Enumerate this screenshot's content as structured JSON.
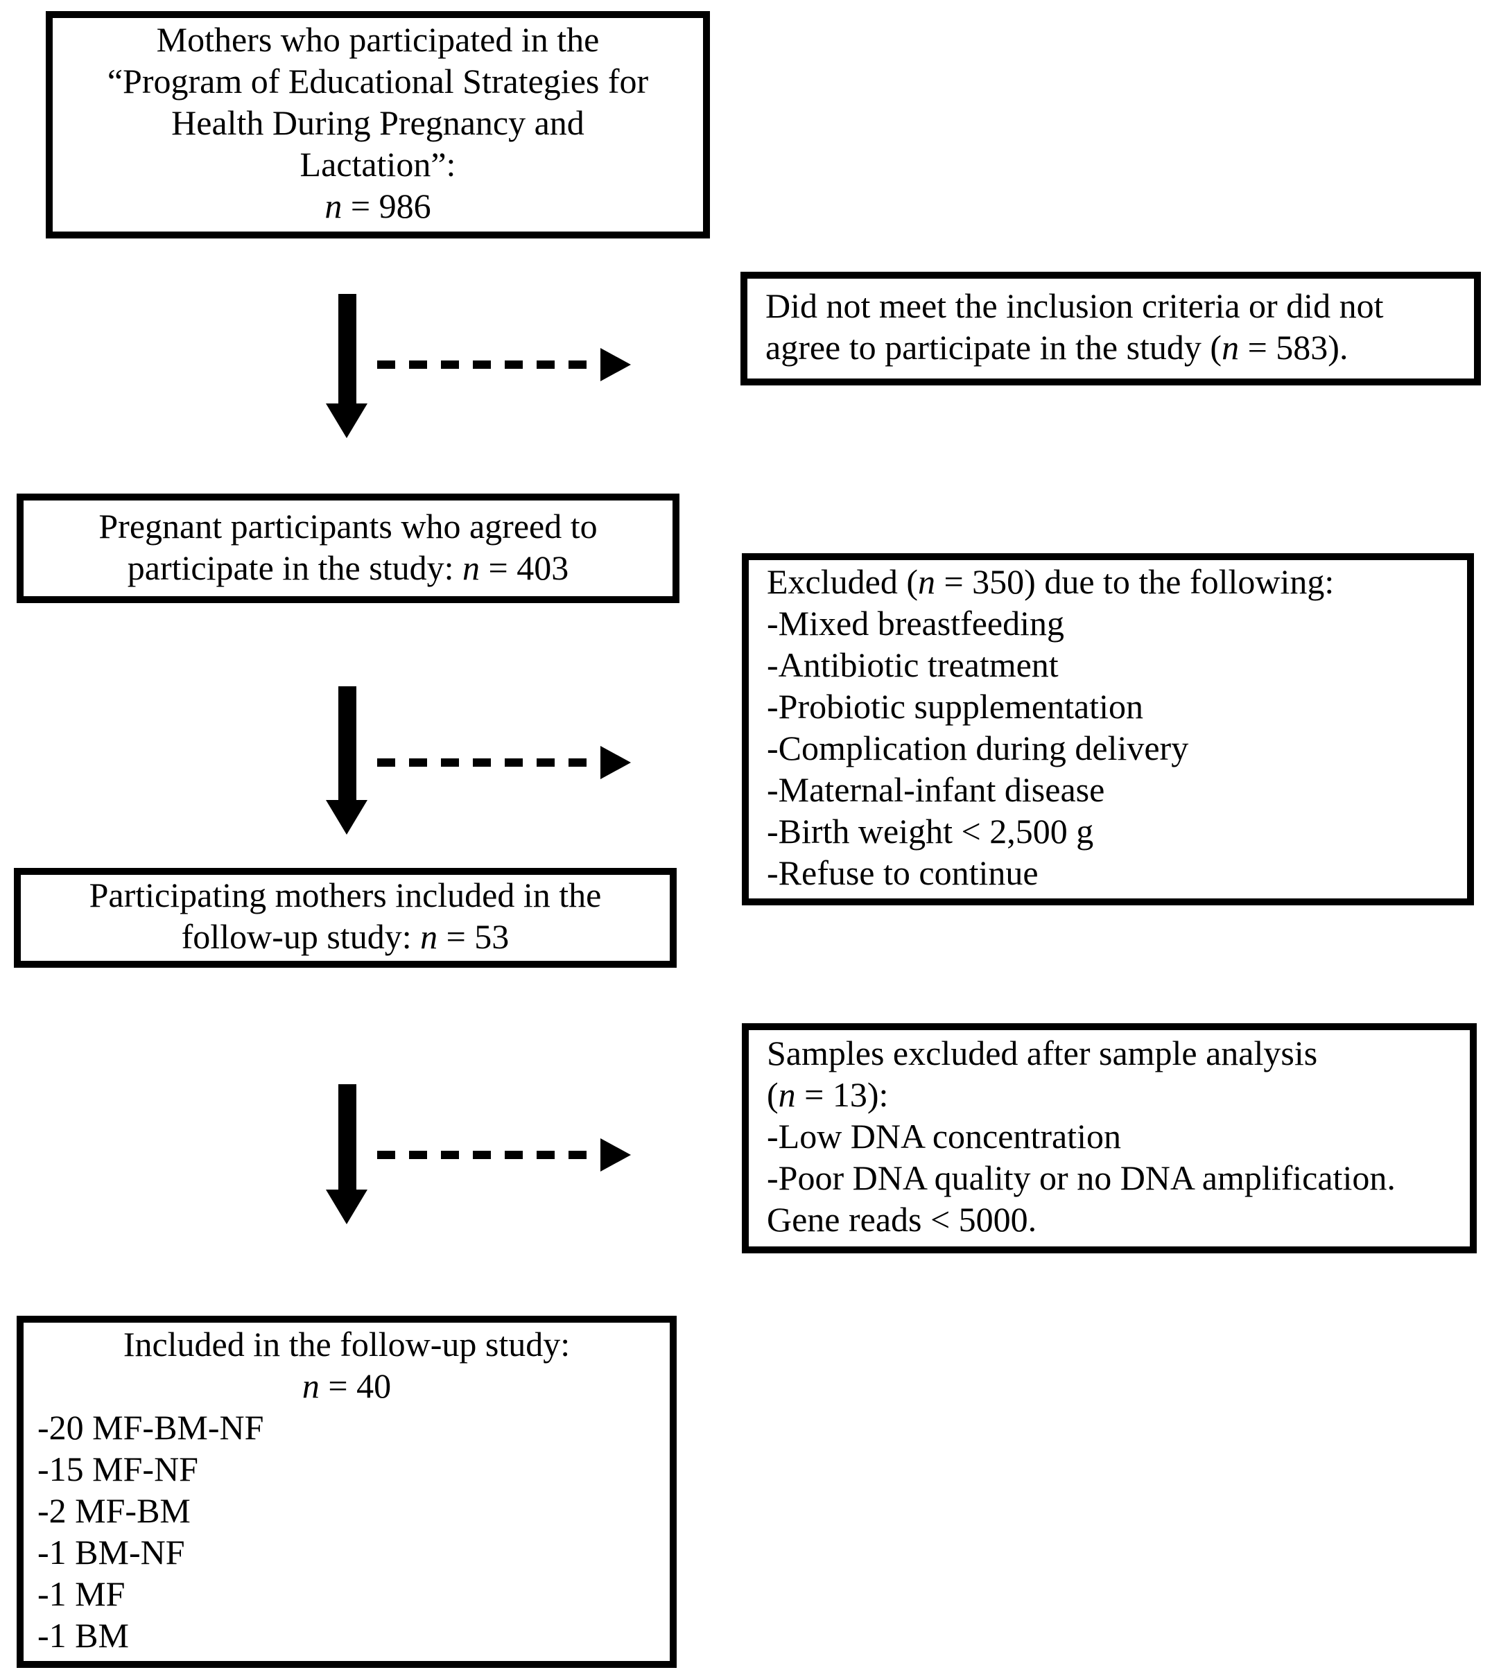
{
  "page": {
    "background_color": "#ffffff",
    "text_color": "#000000",
    "border_color": "#000000",
    "arrow_color": "#000000"
  },
  "flowchart": {
    "boxes": {
      "box_program": {
        "lines": [
          "Mothers who participated in the",
          "“Program of Educational Strategies for",
          "Health During Pregnancy and",
          "Lactation”:",
          "n = 986"
        ]
      },
      "box_not_meet": {
        "lines": [
          "Did not meet the inclusion criteria or did not",
          "agree to participate in the study (n = 583)."
        ]
      },
      "box_agreed": {
        "lines": [
          "Pregnant participants who agreed to",
          "participate in the study: n = 403"
        ]
      },
      "box_excluded": {
        "lines": [
          "Excluded (n = 350) due to the following:",
          "-Mixed breastfeeding",
          "-Antibiotic treatment",
          "-Probiotic supplementation",
          "-Complication during delivery",
          "-Maternal-infant disease",
          "-Birth weight < 2,500 g",
          "-Refuse to continue"
        ]
      },
      "box_followup_53": {
        "lines": [
          "Participating mothers included in the",
          "follow-up study: n = 53"
        ]
      },
      "box_samples_excluded": {
        "lines": [
          "Samples excluded after sample analysis",
          "(n = 13):",
          "-Low DNA concentration",
          "-Poor DNA quality or no DNA amplification.",
          "Gene reads < 5000."
        ]
      },
      "box_included_40": {
        "head_lines": [
          "Included in the follow-up study:",
          "n = 40"
        ],
        "list_lines": [
          "-20 MF-BM-NF",
          "-15 MF-NF",
          "-2 MF-BM",
          "-1 BM-NF",
          "-1 MF",
          "-1 BM"
        ]
      }
    },
    "arrows": [
      {
        "name": "down-arrow-1",
        "type": "solid-vertical"
      },
      {
        "name": "dashed-right-arrow-1",
        "type": "dashed-horizontal"
      },
      {
        "name": "down-arrow-2",
        "type": "solid-vertical"
      },
      {
        "name": "dashed-right-arrow-2",
        "type": "dashed-horizontal"
      },
      {
        "name": "down-arrow-3",
        "type": "solid-vertical"
      },
      {
        "name": "dashed-right-arrow-3",
        "type": "dashed-horizontal"
      }
    ]
  }
}
